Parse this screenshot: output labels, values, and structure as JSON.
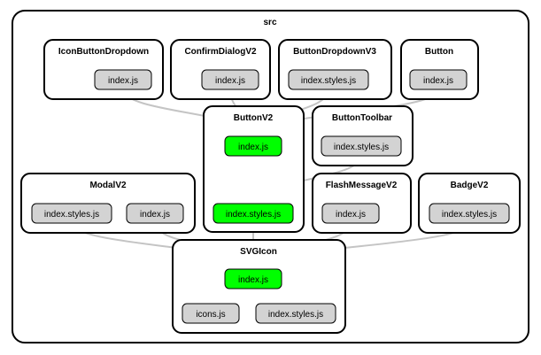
{
  "colors": {
    "background": "#ffffff",
    "cluster_border": "#000000",
    "file_default": "#d3d3d3",
    "file_highlight": "#00ff00",
    "edge": "#c4c4c4"
  },
  "graph": {
    "root_label": "src",
    "clusters": [
      {
        "id": "icon-button-dropdown",
        "label": "IconButtonDropdown"
      },
      {
        "id": "confirm-dialog-v2",
        "label": "ConfirmDialogV2"
      },
      {
        "id": "button-dropdown-v3",
        "label": "ButtonDropdownV3"
      },
      {
        "id": "button",
        "label": "Button"
      },
      {
        "id": "button-v2",
        "label": "ButtonV2"
      },
      {
        "id": "button-toolbar",
        "label": "ButtonToolbar"
      },
      {
        "id": "modal-v2",
        "label": "ModalV2"
      },
      {
        "id": "flash-message-v2",
        "label": "FlashMessageV2"
      },
      {
        "id": "badge-v2",
        "label": "BadgeV2"
      },
      {
        "id": "svg-icon",
        "label": "SVGIcon"
      }
    ],
    "nodes": [
      {
        "id": "ibd-index",
        "label": "index.js",
        "highlight": false
      },
      {
        "id": "cdv2-index",
        "label": "index.js",
        "highlight": false
      },
      {
        "id": "bdv3-styles",
        "label": "index.styles.js",
        "highlight": false
      },
      {
        "id": "button-index",
        "label": "index.js",
        "highlight": false
      },
      {
        "id": "bv2-index",
        "label": "index.js",
        "highlight": true
      },
      {
        "id": "bv2-styles",
        "label": "index.styles.js",
        "highlight": true
      },
      {
        "id": "bt-styles",
        "label": "index.styles.js",
        "highlight": false
      },
      {
        "id": "mv2-styles",
        "label": "index.styles.js",
        "highlight": false
      },
      {
        "id": "mv2-index",
        "label": "index.js",
        "highlight": false
      },
      {
        "id": "fmv2-index",
        "label": "index.js",
        "highlight": false
      },
      {
        "id": "badge-styles",
        "label": "index.styles.js",
        "highlight": false
      },
      {
        "id": "svg-index",
        "label": "index.js",
        "highlight": true
      },
      {
        "id": "svg-icons",
        "label": "icons.js",
        "highlight": false
      },
      {
        "id": "svg-styles",
        "label": "index.styles.js",
        "highlight": false
      }
    ],
    "edges": [
      {
        "from": "ibd-index",
        "to": "bv2-index"
      },
      {
        "from": "cdv2-index",
        "to": "bv2-index"
      },
      {
        "from": "bdv3-styles",
        "to": "bv2-index"
      },
      {
        "from": "button-index",
        "to": "bv2-index"
      },
      {
        "from": "bv2-index",
        "to": "bv2-styles"
      },
      {
        "from": "bt-styles",
        "to": "bv2-styles"
      },
      {
        "from": "bv2-styles",
        "to": "svg-index"
      },
      {
        "from": "mv2-styles",
        "to": "svg-index"
      },
      {
        "from": "mv2-index",
        "to": "svg-index"
      },
      {
        "from": "fmv2-index",
        "to": "svg-index"
      },
      {
        "from": "badge-styles",
        "to": "svg-index"
      },
      {
        "from": "svg-index",
        "to": "svg-icons"
      },
      {
        "from": "svg-index",
        "to": "svg-styles"
      }
    ]
  }
}
